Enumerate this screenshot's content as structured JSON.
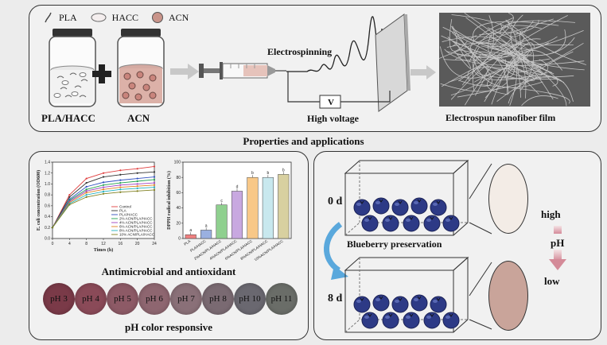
{
  "legend": {
    "pla": "PLA",
    "hacc": "HACC",
    "acn": "ACN"
  },
  "vials": {
    "left_label": "PLA/HACC",
    "right_label": "ACN"
  },
  "process": {
    "electrospinning": "Electrospinning",
    "voltage_symbol": "V",
    "high_voltage": "High voltage",
    "film_label": "Electrospun nanofiber film"
  },
  "section_title": "Properties and applications",
  "antimicrobial": {
    "caption": "Antimicrobial and antioxidant",
    "line_chart": {
      "type": "line",
      "xlabel": "Times (h)",
      "ylabel": "E. coli concentration (OD600)",
      "x": [
        0,
        4,
        8,
        12,
        16,
        20,
        24
      ],
      "xlim": [
        0,
        24
      ],
      "ylim": [
        0,
        1.4
      ],
      "yticks": [
        "0.0",
        "0.2",
        "0.4",
        "0.6",
        "0.8",
        "1.0",
        "1.2",
        "1.4"
      ],
      "series": [
        {
          "name": "Control",
          "color": "#e04040",
          "values": [
            0.2,
            0.8,
            1.1,
            1.2,
            1.25,
            1.28,
            1.32
          ]
        },
        {
          "name": "PLA",
          "color": "#333333",
          "values": [
            0.2,
            0.76,
            1.02,
            1.13,
            1.17,
            1.2,
            1.22
          ]
        },
        {
          "name": "PLA/HACC",
          "color": "#3050c0",
          "values": [
            0.2,
            0.72,
            0.95,
            1.03,
            1.07,
            1.1,
            1.13
          ]
        },
        {
          "name": "2% ACN/PLA/HACC",
          "color": "#20a050",
          "values": [
            0.2,
            0.7,
            0.9,
            0.98,
            1.02,
            1.05,
            1.08
          ]
        },
        {
          "name": "4% ACN/PLA/HACC",
          "color": "#a040c0",
          "values": [
            0.2,
            0.68,
            0.87,
            0.94,
            0.98,
            1.0,
            1.02
          ]
        },
        {
          "name": "6% ACN/PLA/HACC",
          "color": "#e08020",
          "values": [
            0.2,
            0.66,
            0.84,
            0.9,
            0.94,
            0.96,
            0.98
          ]
        },
        {
          "name": "8% ACN/PLA/HACC",
          "color": "#20b0c0",
          "values": [
            0.2,
            0.64,
            0.8,
            0.86,
            0.9,
            0.92,
            0.94
          ]
        },
        {
          "name": "10% ACN/PLA/HACC",
          "color": "#808020",
          "values": [
            0.2,
            0.62,
            0.76,
            0.82,
            0.85,
            0.87,
            0.89
          ]
        }
      ]
    },
    "bar_chart": {
      "type": "bar",
      "ylabel": "DPPH radical inhibition (%)",
      "ylim": [
        0,
        100
      ],
      "yticks": [
        "0",
        "20",
        "40",
        "60",
        "80",
        "100"
      ],
      "categories": [
        "PLA",
        "PLA/HACC",
        "2%ACN/PLA/HACC",
        "4%ACN/PLA/HACC",
        "6%ACN/PLA/HACC",
        "8%ACN/PLA/HACC",
        "10%ACN/PLA/HACC"
      ],
      "values": [
        5,
        11,
        44,
        62,
        80,
        80,
        84
      ],
      "letters": [
        "a",
        "a",
        "c",
        "d",
        "b",
        "b",
        "b"
      ],
      "colors": [
        "#f08080",
        "#9ab0e0",
        "#8fd08f",
        "#c8a8e0",
        "#f8c888",
        "#c8e8ee",
        "#d8d0a0"
      ]
    }
  },
  "ph": {
    "caption": "pH color responsive",
    "swatches": [
      {
        "label": "pH 3",
        "color": "#7a3a48"
      },
      {
        "label": "pH 4",
        "color": "#8a4a58"
      },
      {
        "label": "pH 5",
        "color": "#8d5a66"
      },
      {
        "label": "pH 6",
        "color": "#8e6670"
      },
      {
        "label": "pH 7",
        "color": "#8a7078"
      },
      {
        "label": "pH 8",
        "color": "#7a6a72"
      },
      {
        "label": "pH 10",
        "color": "#6a6870"
      },
      {
        "label": "pH 11",
        "color": "#6a6d68"
      }
    ]
  },
  "preservation": {
    "day0": "0 d",
    "day8": "8 d",
    "title": "Blueberry preservation",
    "high": "high",
    "ph": "pH",
    "low": "low",
    "film_colors": {
      "day0": "#f3ece6",
      "day8": "#c9a49a"
    }
  }
}
